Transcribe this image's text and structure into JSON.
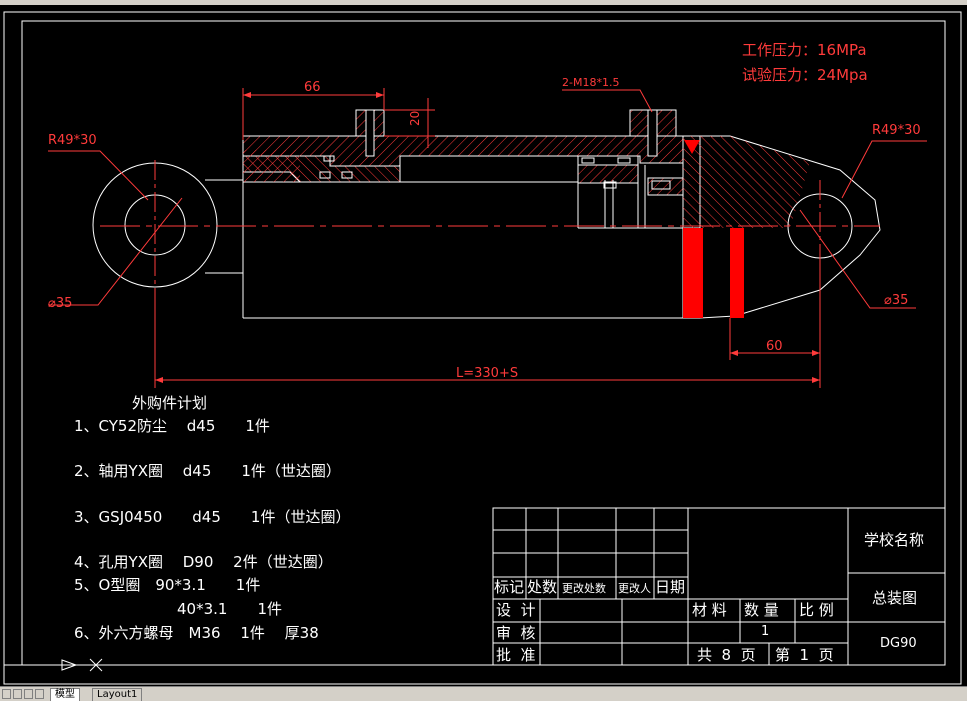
{
  "spec": {
    "working_pressure": "工作压力：16MPa",
    "test_pressure": "试验压力：24Mpa"
  },
  "dimensions": {
    "left_radius": "R49*30",
    "right_radius": "R49*30",
    "left_diameter": "⌀35",
    "right_diameter": "⌀35",
    "len_66": "66",
    "height_20": "20",
    "thread": "2-M18*1.5",
    "len_60": "60",
    "total_length": "L=330+S"
  },
  "parts": {
    "title": "外购件计划",
    "items": [
      "1、CY52防尘　 d45　　1件",
      "2、轴用YX圈　 d45　　1件（世达圈）",
      "3、GSJ0450　　d45　　1件（世达圈）",
      "4、孔用YX圈　 D90　 2件（世达圈）",
      "5、O型圈　90*3.1　　1件",
      "40*3.1　　1件",
      "6、外六方螺母　M36　 1件　 厚38"
    ]
  },
  "title_block": {
    "school": "学校名称",
    "drawing_name": "总装图",
    "drawing_no": "DG90",
    "biaoji": "标记",
    "chushu": "处数",
    "gengai_chushu": "更改处数",
    "gengairen": "更改人",
    "riqi": "日期",
    "sheji": "设  计",
    "shenhe": "审  核",
    "pizhun": "批  准",
    "cailiao": "材 料",
    "shuliang": "数 量",
    "bili": "比 例",
    "qty": "1",
    "total_pages": "共  8  页",
    "page_no": "第  1  页"
  },
  "tabs": [
    "模型",
    "Layout1"
  ],
  "colors": {
    "background": "#000000",
    "hatch_red": "#ff3b3b",
    "seal_red": "#ff0000",
    "line_white": "#ffffff"
  }
}
